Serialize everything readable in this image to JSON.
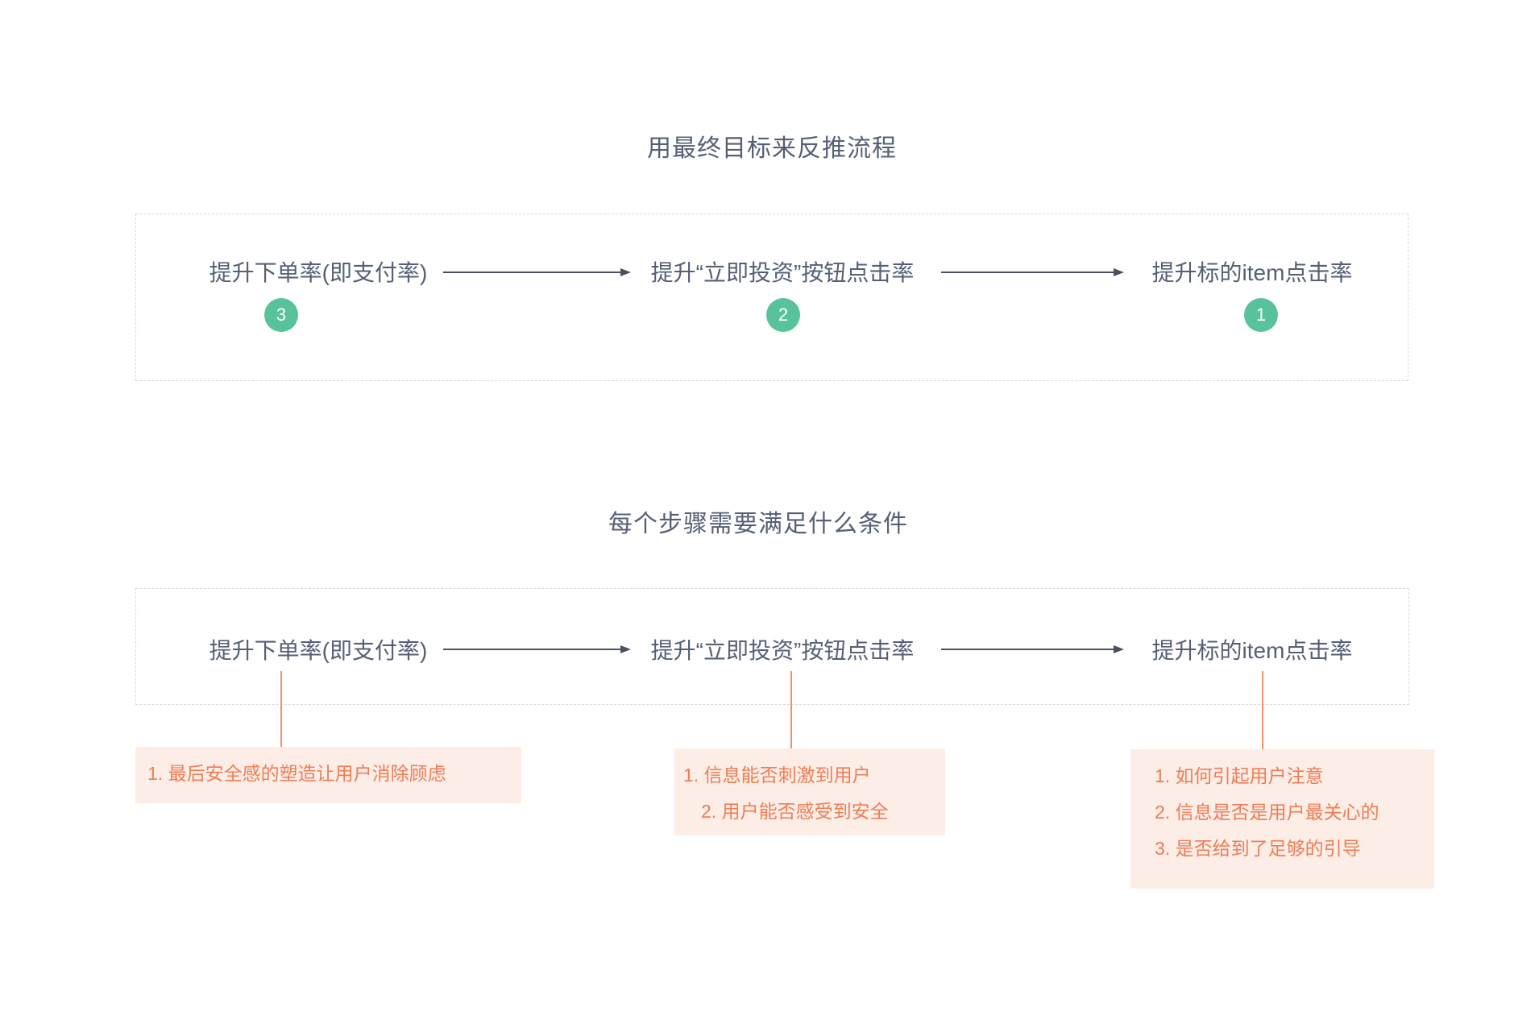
{
  "colors": {
    "flow_text": "#565F76",
    "arrow": "#495064",
    "badge_green": "#58C39A",
    "accent_line": "#F0926C",
    "callout_text": "#EE7D54",
    "callout_bg": "#FCEDE7",
    "dashed_border": "#D8D8D8"
  },
  "sections": [
    {
      "title": "用最终目标来反推流程",
      "nodes": [
        {
          "label": "提升下单率(即支付率)",
          "badge": "3"
        },
        {
          "label": "提升“立即投资”按钮点击率",
          "badge": "2"
        },
        {
          "label": "提升标的item点击率",
          "badge": "1"
        }
      ]
    },
    {
      "title": "每个步骤需要满足什么条件",
      "nodes": [
        {
          "label": "提升下单率(即支付率)"
        },
        {
          "label": "提升“立即投资”按钮点击率"
        },
        {
          "label": "提升标的item点击率"
        }
      ],
      "callouts": [
        {
          "items": [
            "1. 最后安全感的塑造让用户消除顾虑"
          ]
        },
        {
          "items": [
            "1. 信息能否刺激到用户",
            "2. 用户能否感受到安全"
          ]
        },
        {
          "items": [
            "1. 如何引起用户注意",
            "2. 信息是否是用户最关心的",
            "3. 是否给到了足够的引导"
          ]
        }
      ]
    }
  ]
}
